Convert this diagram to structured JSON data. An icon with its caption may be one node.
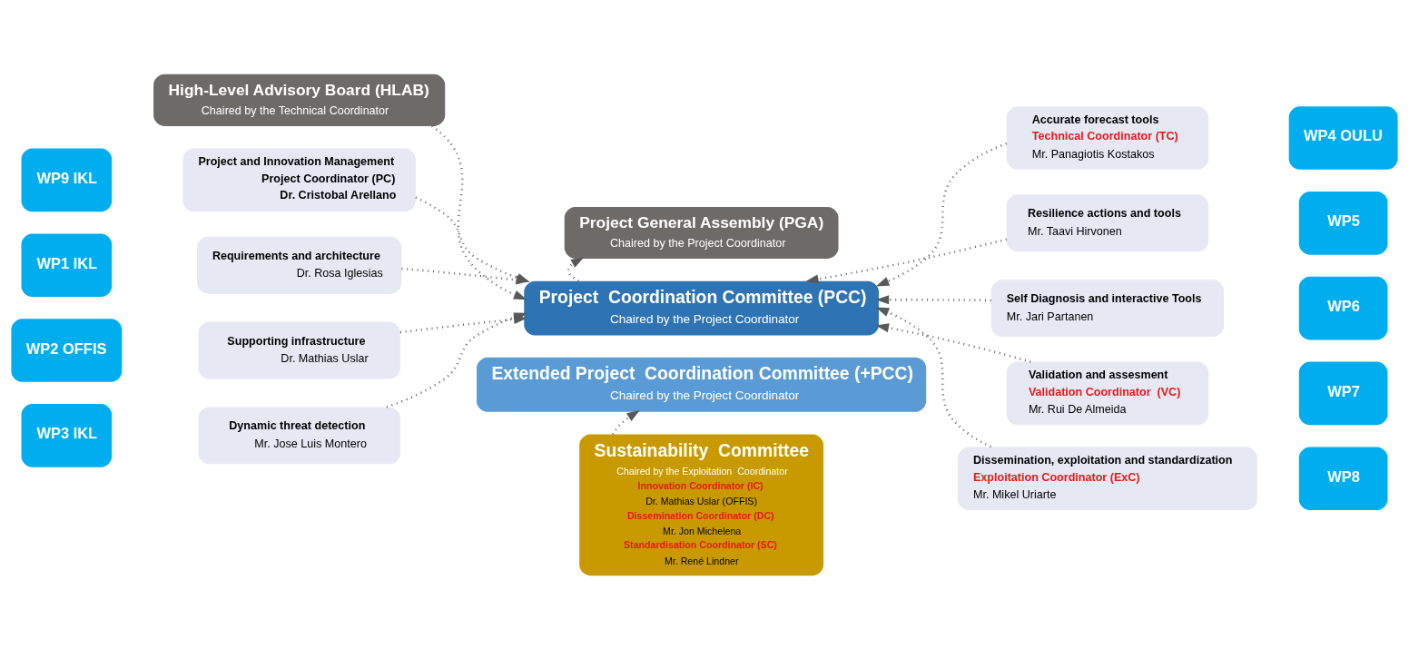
{
  "diagram": {
    "nodes": [
      {
        "text": [
          "High-Level Advisory Board (HLAB)",
          "Chaired by the Technical Coordinator"
        ]
      },
      {
        "text": [
          "Project General Assembly (PGA)",
          "Chaired by the Project Coordinator"
        ]
      },
      {
        "text": [
          "Project  Coordination Committee (PCC)",
          "Chaired by the Project Coordinator"
        ]
      },
      {
        "text": [
          "Extended Project  Coordination Committee (+PCC)",
          "Chaired by the Project Coordinator"
        ]
      },
      {
        "text": [
          "Sustainability  Committee",
          "Chaired by the Exploitation  Coordinator",
          "Innovation Coordinator (IC)",
          "Dr. Mathias Uslar (OFFIS)",
          "Dissemination Coordinator (DC)",
          "Mr. Jon Michelena",
          "Standardisation Coordinator (SC)",
          "Mr. René Lindner"
        ]
      },
      {
        "text": [
          "WP9 IKL"
        ]
      },
      {
        "text": [
          "Project and Innovation Management",
          "Project Coordinator (PC)",
          "Dr. Cristobal Arellano"
        ]
      },
      {
        "text": [
          "WP1 IKL"
        ]
      },
      {
        "text": [
          "Requirements and architecture",
          "Dr. Rosa Iglesias"
        ]
      },
      {
        "text": [
          "WP2 OFFIS"
        ]
      },
      {
        "text": [
          "Supporting infrastructure",
          "Dr. Mathias Uslar"
        ]
      },
      {
        "text": [
          "WP3 IKL"
        ]
      },
      {
        "text": [
          "Dynamic threat detection",
          "Mr. Jose Luis Montero"
        ]
      },
      {
        "text": [
          "Accurate forecast tools",
          "Technical Coordinator (TC)",
          "Mr. Panagiotis Kostakos"
        ]
      },
      {
        "text": [
          "WP4 OULU"
        ]
      },
      {
        "text": [
          "Resilience actions and tools",
          "Mr. Taavi Hirvonen"
        ]
      },
      {
        "text": [
          "WP5"
        ]
      },
      {
        "text": [
          "Self Diagnosis and interactive Tools",
          "Mr. Jari Partanen"
        ]
      },
      {
        "text": [
          "WP6"
        ]
      },
      {
        "text": [
          "Validation and assesment",
          "Validation Coordinator  (VC)",
          "Mr. Rui De Almeida"
        ]
      },
      {
        "text": [
          "WP7"
        ]
      },
      {
        "text": [
          "Dissemination, exploitation and standardization",
          "Exploitation Coordinator (ExC)",
          "Mr. Mikel Uriarte"
        ]
      },
      {
        "text": [
          "WP8"
        ]
      }
    ],
    "edges": [
      {
        "from": 0,
        "to": 2,
        "arrow": "to",
        "style": "dashed"
      },
      {
        "from": 2,
        "to": 1,
        "arrow": "to",
        "style": "dashed"
      },
      {
        "from": 4,
        "to": 3,
        "arrow": "to",
        "style": "dashed"
      },
      {
        "from": 6,
        "to": 2,
        "arrow": "to",
        "style": "dashed"
      },
      {
        "from": 8,
        "to": 2,
        "arrow": "to",
        "style": "dashed"
      },
      {
        "from": 10,
        "to": 2,
        "arrow": "to",
        "style": "dashed"
      },
      {
        "from": 12,
        "to": 2,
        "arrow": "to",
        "style": "dashed"
      },
      {
        "from": 13,
        "to": 2,
        "arrow": "to",
        "style": "dashed"
      },
      {
        "from": 15,
        "to": 2,
        "arrow": "to",
        "style": "dashed"
      },
      {
        "from": 17,
        "to": 2,
        "arrow": "to",
        "style": "dashed"
      },
      {
        "from": 19,
        "to": 2,
        "arrow": "to",
        "style": "dashed"
      },
      {
        "from": 21,
        "to": 2,
        "arrow": "to",
        "style": "dashed"
      }
    ]
  }
}
